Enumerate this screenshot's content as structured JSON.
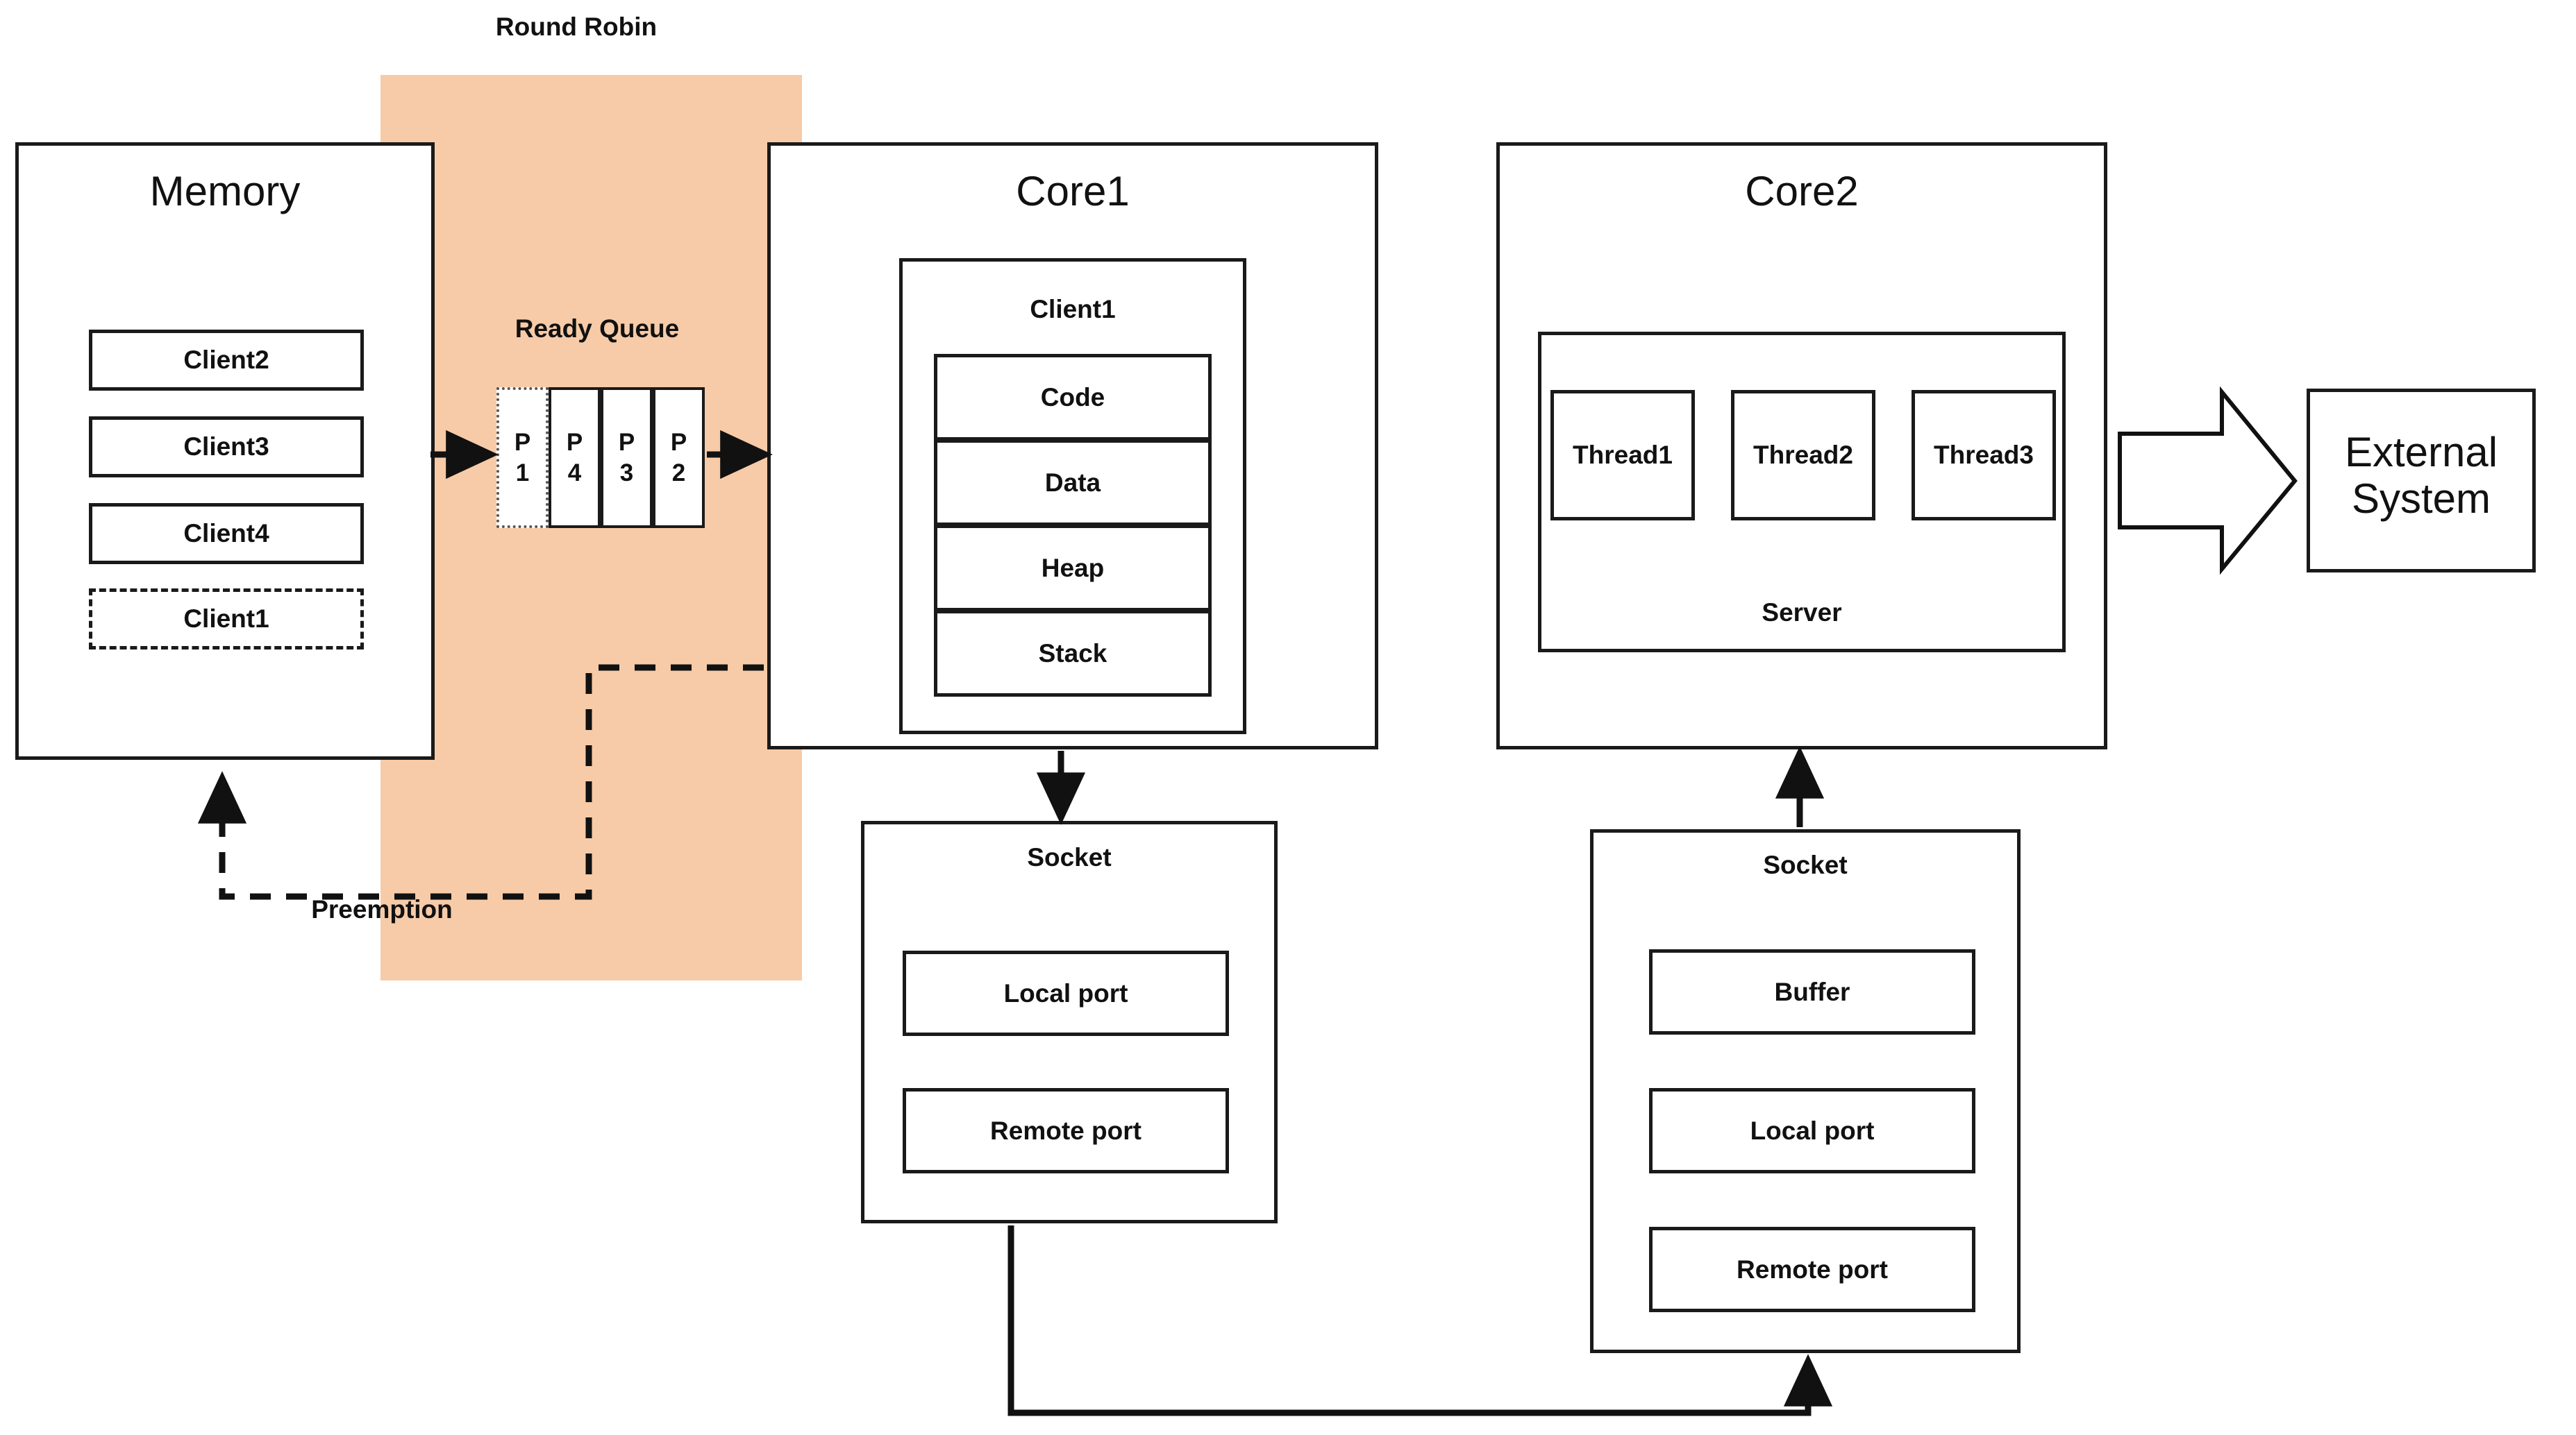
{
  "diagram": {
    "title_top": "Round Robin",
    "memory": {
      "label": "Memory",
      "clients": [
        {
          "label": "Client2",
          "style": "solid"
        },
        {
          "label": "Client3",
          "style": "solid"
        },
        {
          "label": "Client4",
          "style": "solid"
        },
        {
          "label": "Client1",
          "style": "dashed"
        }
      ]
    },
    "scheduler": {
      "band_label": "Round Robin",
      "queue_label": "Ready Queue",
      "queue_cells": [
        {
          "p": "P",
          "n": "1",
          "style": "dotted"
        },
        {
          "p": "P",
          "n": "4",
          "style": "solid"
        },
        {
          "p": "P",
          "n": "3",
          "style": "solid"
        },
        {
          "p": "P",
          "n": "2",
          "style": "solid"
        }
      ],
      "preemption_label": "Preemption"
    },
    "core1": {
      "label": "Core1",
      "process": {
        "label": "Client1",
        "segments": [
          "Code",
          "Data",
          "Heap",
          "Stack"
        ]
      }
    },
    "core2": {
      "label": "Core2",
      "server": {
        "label": "Server",
        "threads": [
          "Thread1",
          "Thread2",
          "Thread3"
        ]
      }
    },
    "socket_left": {
      "label": "Socket",
      "fields": [
        "Local port",
        "Remote port"
      ]
    },
    "socket_right": {
      "label": "Socket",
      "fields": [
        "Buffer",
        "Local port",
        "Remote port"
      ]
    },
    "external": {
      "line1": "External",
      "line2": "System"
    },
    "colors": {
      "band": "#F7CBA8",
      "stroke": "#1a1a1a",
      "background": "#ffffff"
    }
  }
}
